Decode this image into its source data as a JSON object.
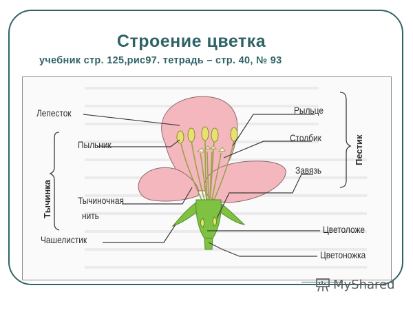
{
  "header": {
    "title": "Строение цветка",
    "subtitle": "учебник стр. 125,рис97.  тетрадь – стр. 40, № 93"
  },
  "diagram": {
    "left_labels": [
      {
        "id": "petal",
        "text": "Лепесток"
      },
      {
        "id": "anther",
        "text": "Пыльник"
      },
      {
        "id": "filament_1",
        "text": "Тычиночная"
      },
      {
        "id": "filament_2",
        "text": "нить"
      },
      {
        "id": "sepal",
        "text": "Чашелистик"
      }
    ],
    "right_labels": [
      {
        "id": "stigma",
        "text": "Рыльце"
      },
      {
        "id": "style",
        "text": "Столбик"
      },
      {
        "id": "ovary",
        "text": "Завязь"
      },
      {
        "id": "receptacle",
        "text": "Цветоложе"
      },
      {
        "id": "pedicel",
        "text": "Цветоножка"
      }
    ],
    "groups": {
      "stamen": "Тычинка",
      "pistil": "Пестик"
    },
    "colors": {
      "petal": "#f4b7bd",
      "sepal": "#7fc242",
      "anther": "#e8e070",
      "frame": "#2f6366"
    }
  },
  "watermark": {
    "icon": "presentation-board-icon",
    "text": "MyShared"
  }
}
